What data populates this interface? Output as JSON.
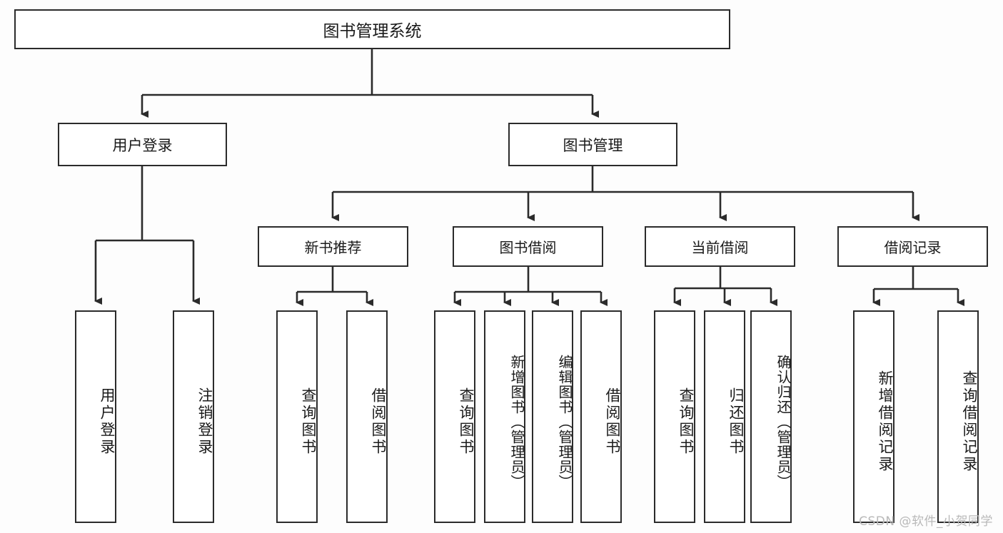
{
  "diagram": {
    "title": "图书管理系统",
    "watermark": "CSDN @软件_小贺同学",
    "line_color": "#2b2b2b",
    "box_fill": "#ffffff",
    "background": "#fdfdfd",
    "root": {
      "label": "图书管理系统"
    },
    "level1": [
      {
        "label": "用户登录"
      },
      {
        "label": "图书管理"
      }
    ],
    "level2": [
      {
        "label": "新书推荐"
      },
      {
        "label": "图书借阅"
      },
      {
        "label": "当前借阅"
      },
      {
        "label": "借阅记录"
      }
    ],
    "leaves": {
      "user_login": [
        {
          "label": "用户登录"
        },
        {
          "label": "注销登录"
        }
      ],
      "new_book": [
        {
          "label": "查询图书"
        },
        {
          "label": "借阅图书"
        }
      ],
      "book_borrow": [
        {
          "label": "查询图书"
        },
        {
          "label": "新增图书（管理员）"
        },
        {
          "label": "编辑图书（管理员）"
        },
        {
          "label": "借阅图书"
        }
      ],
      "current_borrow": [
        {
          "label": "查询图书"
        },
        {
          "label": "归还图书"
        },
        {
          "label": "确认归还（管理员）"
        }
      ],
      "borrow_record": [
        {
          "label": "新增借阅记录"
        },
        {
          "label": "查询借阅记录"
        }
      ]
    }
  }
}
